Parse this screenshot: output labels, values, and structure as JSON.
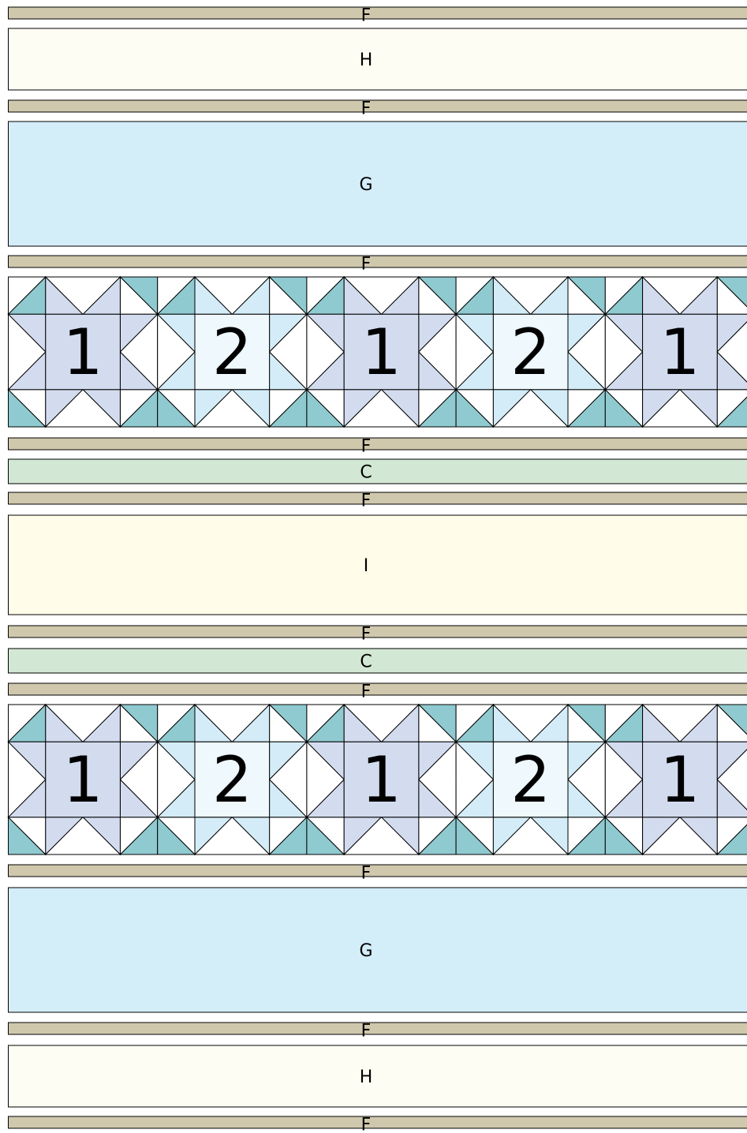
{
  "colors": {
    "sashing_F": "#cfc8ad",
    "cream_H": "#fefdf4",
    "light_blue_G": "#d3edf9",
    "light_green_C": "#d2e7d4",
    "cream_I": "#fffcea",
    "teal": "#8fcad0",
    "periwinkle": "#d3dcef",
    "pale_blue": "#d3ecf8",
    "pale_center": "#eef8fd",
    "outline": "#000000"
  },
  "strips": [
    {
      "id": "strip-f-1",
      "label": "F",
      "kind": "sashing"
    },
    {
      "id": "strip-h-1",
      "label": "H",
      "kind": "cream_H"
    },
    {
      "id": "strip-f-2",
      "label": "F",
      "kind": "sashing"
    },
    {
      "id": "strip-g-1",
      "label": "G",
      "kind": "light_blue_G"
    },
    {
      "id": "strip-f-3",
      "label": "F",
      "kind": "sashing"
    },
    {
      "id": "star-row-1",
      "label": "",
      "kind": "stars"
    },
    {
      "id": "strip-f-4",
      "label": "F",
      "kind": "sashing"
    },
    {
      "id": "strip-c-1",
      "label": "C",
      "kind": "light_green_C"
    },
    {
      "id": "strip-f-5",
      "label": "F",
      "kind": "sashing"
    },
    {
      "id": "strip-i-1",
      "label": "I",
      "kind": "cream_I"
    },
    {
      "id": "strip-f-6",
      "label": "F",
      "kind": "sashing"
    },
    {
      "id": "strip-c-2",
      "label": "C",
      "kind": "light_green_C"
    },
    {
      "id": "strip-f-7",
      "label": "F",
      "kind": "sashing"
    },
    {
      "id": "star-row-2",
      "label": "",
      "kind": "stars"
    },
    {
      "id": "strip-f-8",
      "label": "F",
      "kind": "sashing"
    },
    {
      "id": "strip-g-2",
      "label": "G",
      "kind": "light_blue_G"
    },
    {
      "id": "strip-f-9",
      "label": "F",
      "kind": "sashing"
    },
    {
      "id": "strip-h-2",
      "label": "H",
      "kind": "cream_H"
    },
    {
      "id": "strip-f-10",
      "label": "F",
      "kind": "sashing"
    }
  ],
  "star_blocks": [
    "1",
    "2",
    "1",
    "2",
    "1"
  ]
}
